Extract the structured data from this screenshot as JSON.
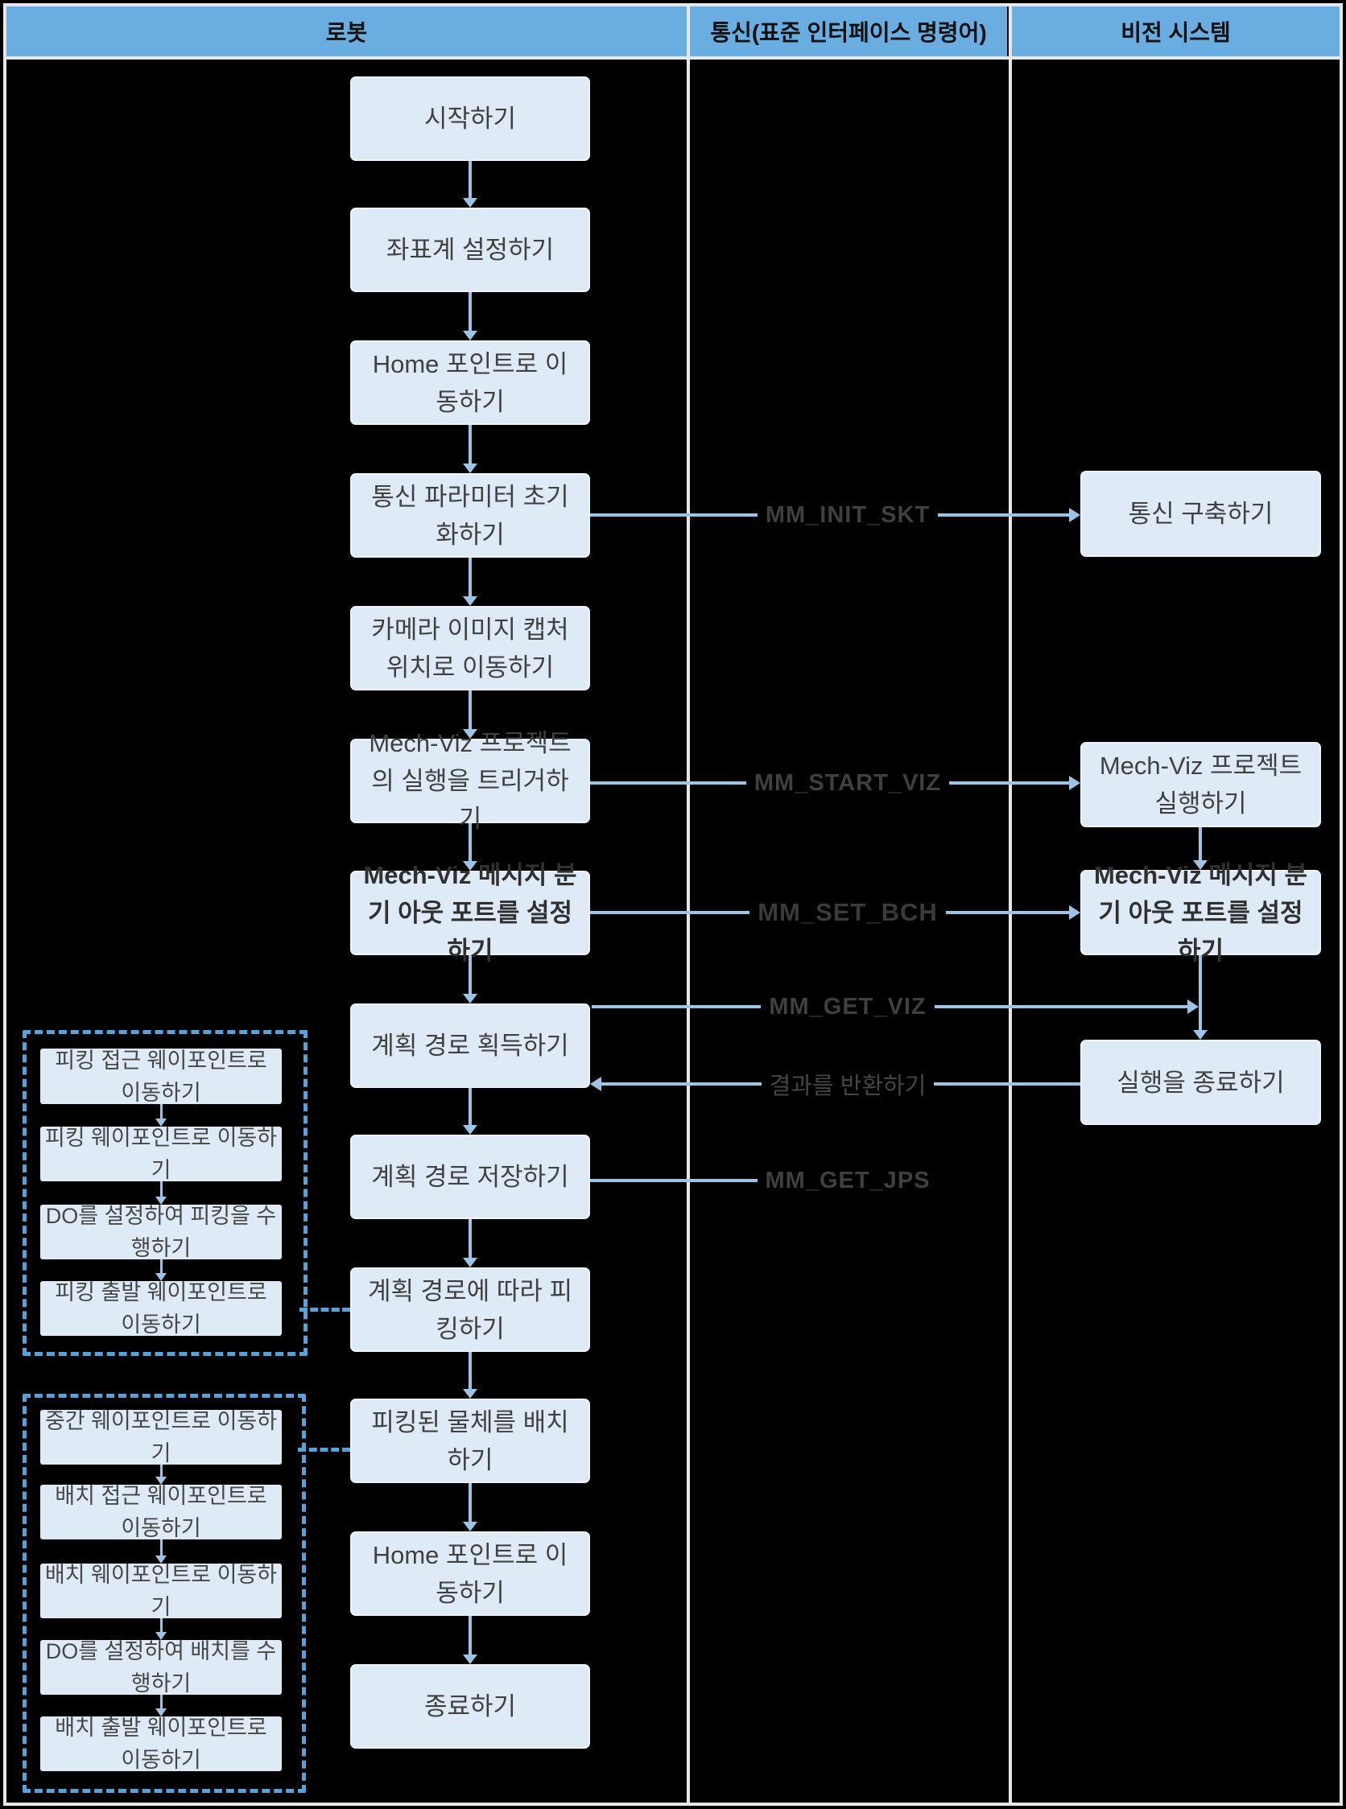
{
  "header": {
    "columns": [
      "로봇",
      "통신(표준 인터페이스 명령어)",
      "비전 시스템"
    ]
  },
  "robot": {
    "steps": [
      "시작하기",
      "좌표계 설정하기",
      "Home 포인트로 이동하기",
      "통신 파라미터 초기화하기",
      "카메라 이미지 캡처 위치로 이동하기",
      "Mech-Viz 프로젝트의 실행을 트리거하기",
      "Mech-Viz 메시지 분기 아웃 포트를 설정하기",
      "계획 경로 획득하기",
      "계획 경로 저장하기",
      "계획 경로에 따라 피킹하기",
      "피킹된 물체를 배치하기",
      "Home 포인트로 이동하기",
      "종료하기"
    ]
  },
  "comm": {
    "labels": [
      "MM_INIT_SKT",
      "MM_START_VIZ",
      "MM_SET_BCH",
      "MM_GET_VIZ",
      "결과를 반환하기",
      "MM_GET_JPS"
    ]
  },
  "vision": {
    "steps": [
      "통신 구축하기",
      "Mech-Viz 프로젝트 실행하기",
      "Mech-Viz 메시지 분기 아웃 포트를 설정하기",
      "실행을 종료하기"
    ]
  },
  "picking_group": {
    "steps": [
      "피킹 접근 웨이포인트로 이동하기",
      "피킹 웨이포인트로 이동하기",
      "DO를 설정하여 피킹을 수행하기",
      "피킹 출발 웨이포인트로 이동하기"
    ]
  },
  "placing_group": {
    "steps": [
      "중간 웨이포인트로 이동하기",
      "배치 접근 웨이포인트로 이동하기",
      "배치 웨이포인트로 이동하기",
      "DO를 설정하여 배치를 수행하기",
      "배치 출발 웨이포인트로 이동하기"
    ]
  },
  "colors": {
    "header_blue": "#69ADE1",
    "node_fill": "#DEEBF7",
    "arrow_blue": "#9DC3E6",
    "dashed_blue": "#55A3DC",
    "text_dark": "#3F3F3F",
    "frame_white": "#E7E7E7",
    "background": "#000000"
  }
}
